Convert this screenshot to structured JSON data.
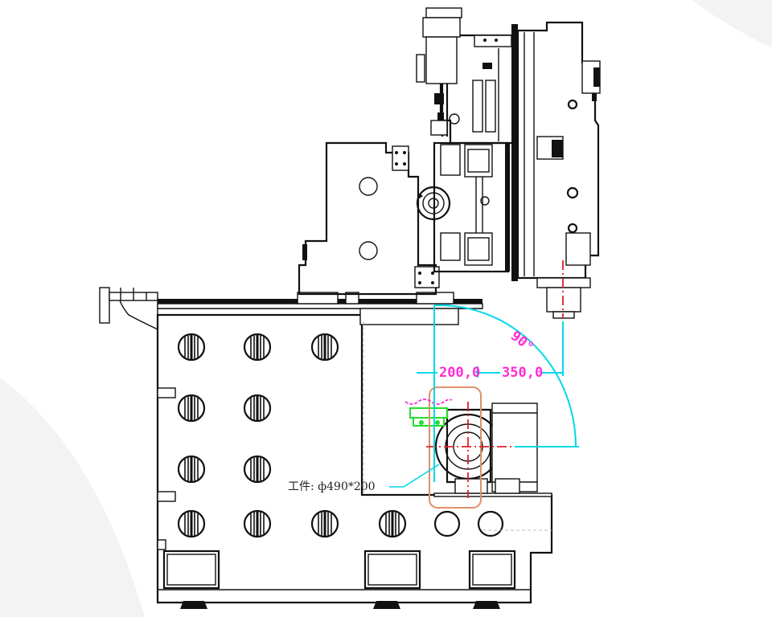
{
  "annotations": {
    "angle": "90°",
    "dim_left": "200,0",
    "dim_right": "350,0",
    "workpiece": "工件: ф490*200"
  },
  "colors": {
    "cyan": "#00d8e8",
    "magenta": "#ff2bd6",
    "red": "#e0202a",
    "green": "#22e02a",
    "salmon": "#e0906a"
  }
}
